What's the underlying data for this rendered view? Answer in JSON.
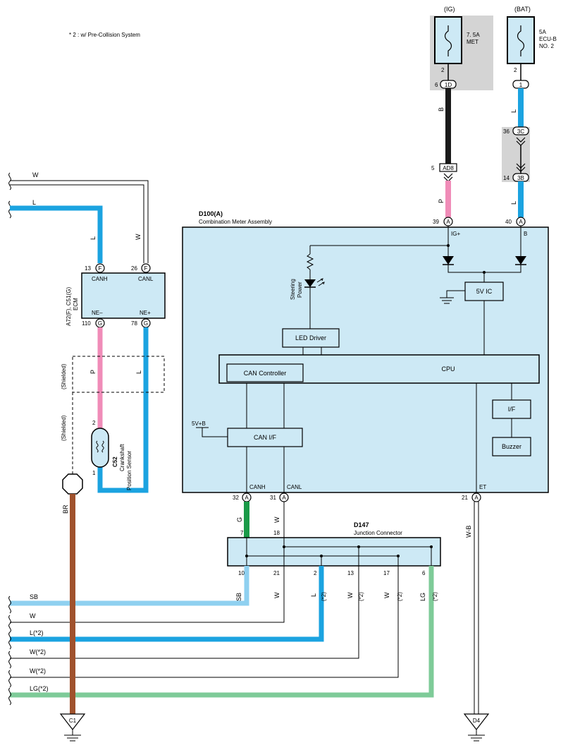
{
  "note": "* 2 : w/ Pre-Collision System",
  "colors": {
    "box_fill": "#cde9f5",
    "shade": "#d4d4d4",
    "wire_L": "#1ba3e0",
    "wire_SB": "#8fd0f0",
    "wire_P": "#f08cb8",
    "wire_G": "#1a9a48",
    "wire_LG": "#7ecb98",
    "wire_BR": "#a0522d",
    "wire_B": "#1a1a1a"
  },
  "fuse_ig": {
    "supply": "(IG)",
    "rating": "7. 5A",
    "name": "MET",
    "pin": "2"
  },
  "fuse_bat": {
    "supply": "(BAT)",
    "rating": "5A",
    "name1": "ECU-B",
    "name2": "NO. 2",
    "pin": "2"
  },
  "jb_ig": {
    "pin": "6",
    "id": "1D"
  },
  "jb_bat": {
    "id": "1"
  },
  "conn_3c": {
    "pin": "36",
    "id": "3C"
  },
  "conn_3b": {
    "pin": "14",
    "id": "3B"
  },
  "conn_ad8": {
    "pin": "5",
    "id": "AD8"
  },
  "wires_top": {
    "ig_upper": "B",
    "ig_lower": "P",
    "bat_upper": "L",
    "bat_lower": "L"
  },
  "meter": {
    "code": "D100(A)",
    "name": "Combination Meter Assembly",
    "pin_ig": "39",
    "pin_b": "40",
    "conn": "A",
    "ig_label": "IG+",
    "b_label": "B",
    "led_label1": "Power",
    "led_label2": "Steering",
    "five_v_ic": "5V IC",
    "led_driver": "LED Driver",
    "cpu": "CPU",
    "can_controller": "CAN Controller",
    "can_if": "CAN I/F",
    "vb": "5V+B",
    "if": "I/F",
    "buzzer": "Buzzer",
    "canh": "CANH",
    "canl": "CANL",
    "et": "ET",
    "pin_canh": "32",
    "pin_canl": "31",
    "pin_et": "21"
  },
  "ecm": {
    "code": "A72(F), C51(G)",
    "name": "ECM",
    "canh": "CANH",
    "canl": "CANL",
    "nem": "NE–",
    "nep": "NE+",
    "pin_canh": "13",
    "pin_canl": "26",
    "pin_nem": "110",
    "pin_nep": "78",
    "conn_f": "F",
    "conn_g": "G",
    "wire_canh": "L",
    "wire_canl": "W",
    "wire_nem": "P",
    "wire_nep": "L"
  },
  "sensor": {
    "code": "C52",
    "name1": "Crankshaft",
    "name2": "Position Sensor",
    "pin_top": "2",
    "pin_bot": "1"
  },
  "shielded": "(Shielded)",
  "left_wires": {
    "w_top": "W",
    "l_top": "L",
    "br": "BR"
  },
  "junction": {
    "code": "D147",
    "name": "Junction Connector",
    "pin7": "7",
    "pin18": "18",
    "wire_g": "G",
    "wire_w": "W",
    "pins": [
      "10",
      "21",
      "2",
      "13",
      "17",
      "6"
    ],
    "wires": [
      "SB",
      "W",
      "L",
      "W",
      "W",
      "LG"
    ],
    "stars": [
      "(*2)",
      "(*2)",
      "(*2)",
      "(*2)"
    ]
  },
  "meter_et_wire": "W-B",
  "bottom_wires": [
    "SB",
    "W",
    "L(*2)",
    "W(*2)",
    "W(*2)",
    "LG(*2)"
  ],
  "grounds": {
    "left": "C1",
    "right": "D4"
  }
}
